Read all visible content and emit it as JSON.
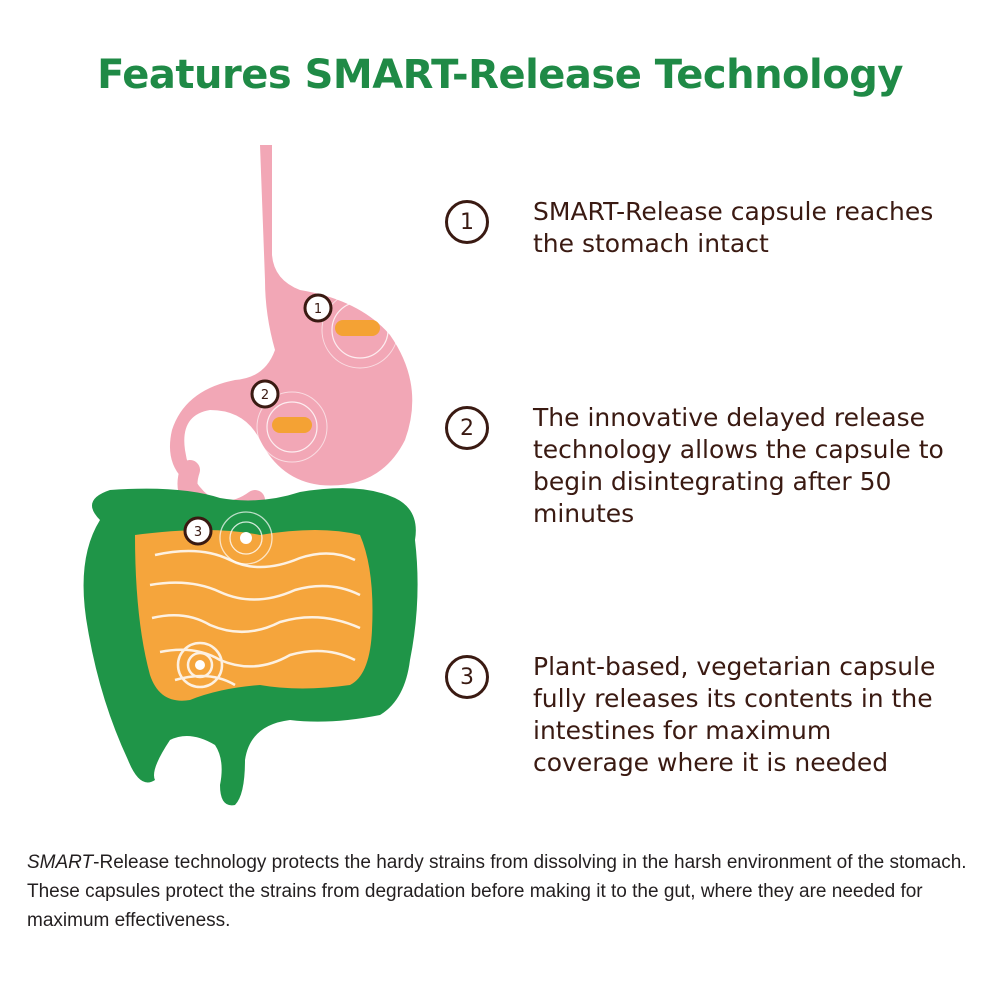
{
  "title": "Features SMART-Release Technology",
  "steps": [
    {
      "number": "1",
      "text": "SMART-Release capsule reaches the stomach intact"
    },
    {
      "number": "2",
      "text": "The innovative delayed release technology allows the capsule to begin disintegrating after 50 minutes"
    },
    {
      "number": "3",
      "text": "Plant-based, vegetarian capsule fully releases its contents in the intestines for maximum coverage where it is needed"
    }
  ],
  "diagram": {
    "markers": [
      "1",
      "2",
      "3"
    ],
    "colors": {
      "stomach": "#f2a7b6",
      "capsule": "#f4a234",
      "large_intestine": "#1f9548",
      "small_intestine": "#f5a53c",
      "outline": "#3a1a12"
    }
  },
  "footer": {
    "emphasis": "SMART",
    "text": "-Release technology protects the hardy strains from dissolving in the harsh environment of the stomach. These capsules protect the strains from degradation before making it to the gut, where they are needed for maximum effectiveness."
  }
}
